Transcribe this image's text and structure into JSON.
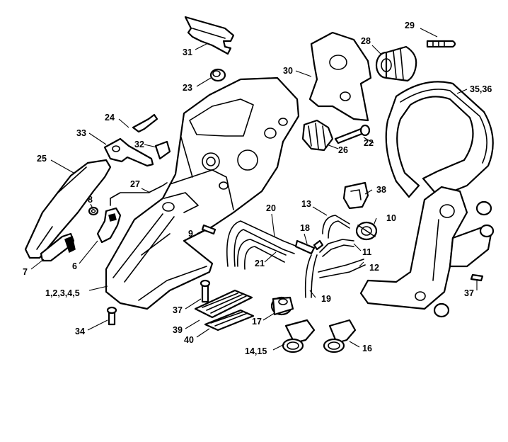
{
  "callouts": {
    "c1": "29",
    "c2": "28",
    "c3": "31",
    "c4": "30",
    "c5": "23",
    "c6": "35,36",
    "c7": "24",
    "c8": "33",
    "c9": "32",
    "c10": "26",
    "c11": "22",
    "c12": "25",
    "c13": "27",
    "c14": "38",
    "c15": "8",
    "c16": "20",
    "c17": "13",
    "c18": "10",
    "c19": "9",
    "c20": "18",
    "c21": "11",
    "c22": "7",
    "c23": "6",
    "c24": "21",
    "c25": "12",
    "c26": "1,2,3,4,5",
    "c27": "37",
    "c28": "19",
    "c29": "37",
    "c30": "34",
    "c31": "39",
    "c32": "17",
    "c33": "40",
    "c34": "14,15",
    "c35": "16"
  }
}
